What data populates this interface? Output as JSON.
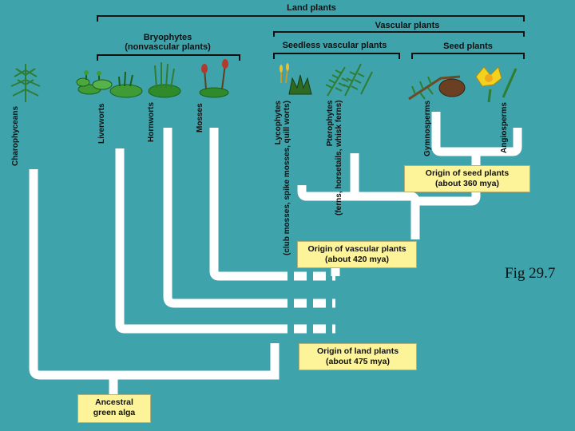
{
  "headers": {
    "land_plants": "Land plants",
    "vascular_plants": "Vascular plants",
    "bryophytes": "Bryophytes",
    "bryophytes_sub": "(nonvascular plants)",
    "seedless_vascular": "Seedless vascular plants",
    "seed_plants": "Seed plants"
  },
  "taxa": {
    "charophyceans": "Charophyceans",
    "liverworts": "Liverworts",
    "hornworts": "Hornworts",
    "mosses": "Mosses",
    "lycophytes": "Lycophytes",
    "lycophytes_sub": "(club mosses, spike mosses, quill worts)",
    "pterophytes": "Pterophytes",
    "pterophytes_sub": "(ferns, horsetails, whisk ferns)",
    "gymnosperms": "Gymnosperms",
    "angiosperms": "Angiosperms"
  },
  "events": {
    "seed_origin": [
      "Origin of seed plants",
      "(about 360 mya)"
    ],
    "vascular_origin": [
      "Origin of vascular plants",
      "(about 420 mya)"
    ],
    "land_origin": [
      "Origin of land plants",
      "(about 475 mya)"
    ],
    "ancestor": [
      "Ancestral",
      "green alga"
    ]
  },
  "caption": "Fig 29.7",
  "colors": {
    "background": "#3fa3ab",
    "branch": "#ffffff",
    "box": "#fdf49a",
    "plant_green": "#2f8a2a"
  }
}
